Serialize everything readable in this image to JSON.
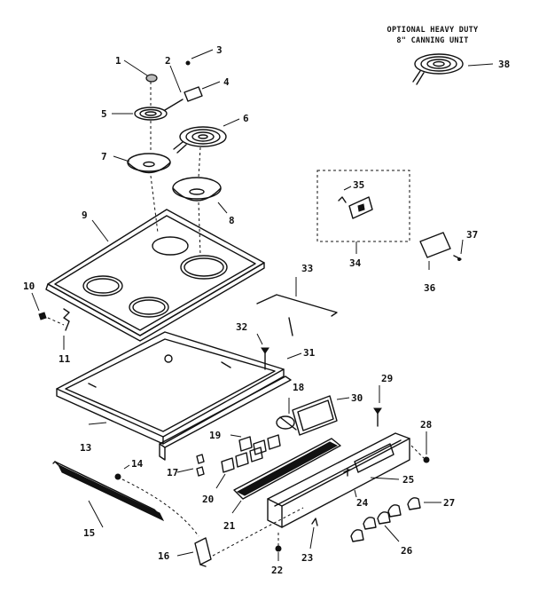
{
  "note": {
    "line1": "OPTIONAL HEAVY DUTY",
    "line2": "8\" CANNING UNIT"
  },
  "labels": {
    "p1": "1",
    "p2": "2",
    "p3": "3",
    "p4": "4",
    "p5": "5",
    "p6": "6",
    "p7": "7",
    "p8": "8",
    "p9": "9",
    "p10": "10",
    "p11": "11",
    "p13": "13",
    "p14": "14",
    "p15": "15",
    "p16": "16",
    "p17": "17",
    "p18": "18",
    "p19": "19",
    "p20": "20",
    "p21": "21",
    "p22": "22",
    "p23": "23",
    "p24": "24",
    "p25": "25",
    "p26": "26",
    "p27": "27",
    "p28": "28",
    "p29": "29",
    "p30": "30",
    "p31": "31",
    "p32": "32",
    "p33": "33",
    "p34": "34",
    "p35": "35",
    "p36": "36",
    "p37": "37",
    "p38": "38"
  }
}
